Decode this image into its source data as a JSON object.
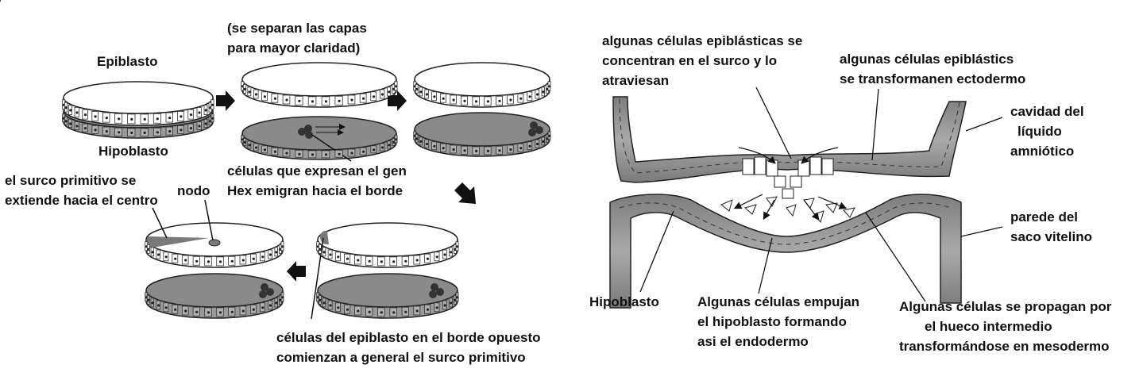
{
  "left": {
    "epiblasto": "Epiblasto",
    "hipoblasto": "Hipoblasto",
    "separation_note": [
      "(se separan las capas",
      "para mayor claridad)"
    ],
    "hex_note": [
      "células que expresan el gen",
      "Hex emigran hacia el borde"
    ],
    "surco_extiende": [
      "el surco primitivo se",
      "extiende hacia el centro"
    ],
    "nodo": "nodo",
    "borde_opuesto": [
      "células del epiblasto en el borde opuesto",
      "comienzan a general el surco primitivo"
    ]
  },
  "right": {
    "concentran": [
      "algunas células epiblásticas se",
      "concentran en el surco y lo",
      "atraviesan"
    ],
    "ectodermo": [
      "algunas células epiblástics",
      "se transformanen ectodermo"
    ],
    "amniotico": [
      "cavidad del",
      "líquido",
      "amniótico"
    ],
    "saco": [
      "parede del",
      "saco vitelino"
    ],
    "hipoblasto": "Hipoblasto",
    "empujan": [
      "Algunas células empujan",
      "el hipoblasto formando",
      "asi el endodermo"
    ],
    "propagan": [
      "Algunas células se propagan por",
      "el hueco intermedio",
      "transformándose en mesodermo"
    ]
  },
  "colors": {
    "disc_top": "#ffffff",
    "hypoblast_fill": "#8a8a8a",
    "streak": "#7a7a7a",
    "tissue": "#9a9a9a",
    "ink": "#111111"
  }
}
